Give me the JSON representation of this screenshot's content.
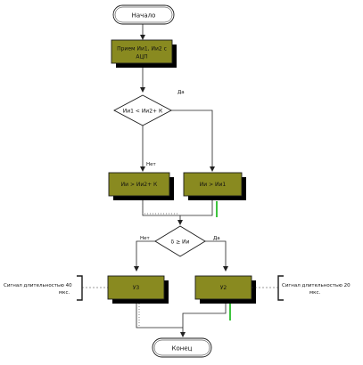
{
  "colors": {
    "process_fill": "#898a20",
    "process_stroke": "#1a1a1a",
    "shadow": "#000000",
    "terminator_fill": "#ffffff",
    "line": "#222222",
    "green_marker": "#3ec43e"
  },
  "nodes": {
    "start": "Начало",
    "receive": [
      "Прием Ии1, Ии2 с",
      "АЦП"
    ],
    "decision1": "Ии1 < Ии2+ К",
    "process_left": "Ии > Ии2+ К",
    "process_right": "Ии > Ии1",
    "decision2": "δ ≥ Ии",
    "y3": "У3",
    "y2": "У2",
    "end": "Конец"
  },
  "edge_labels": {
    "d1_yes": "Да",
    "d1_no": "Нет",
    "d2_no": "Нет",
    "d2_yes": "Да"
  },
  "side_notes": {
    "left": [
      "Сигнал длительностью 40",
      "мкс."
    ],
    "right": [
      "Сигнал длительностью 20",
      "мкс."
    ]
  }
}
